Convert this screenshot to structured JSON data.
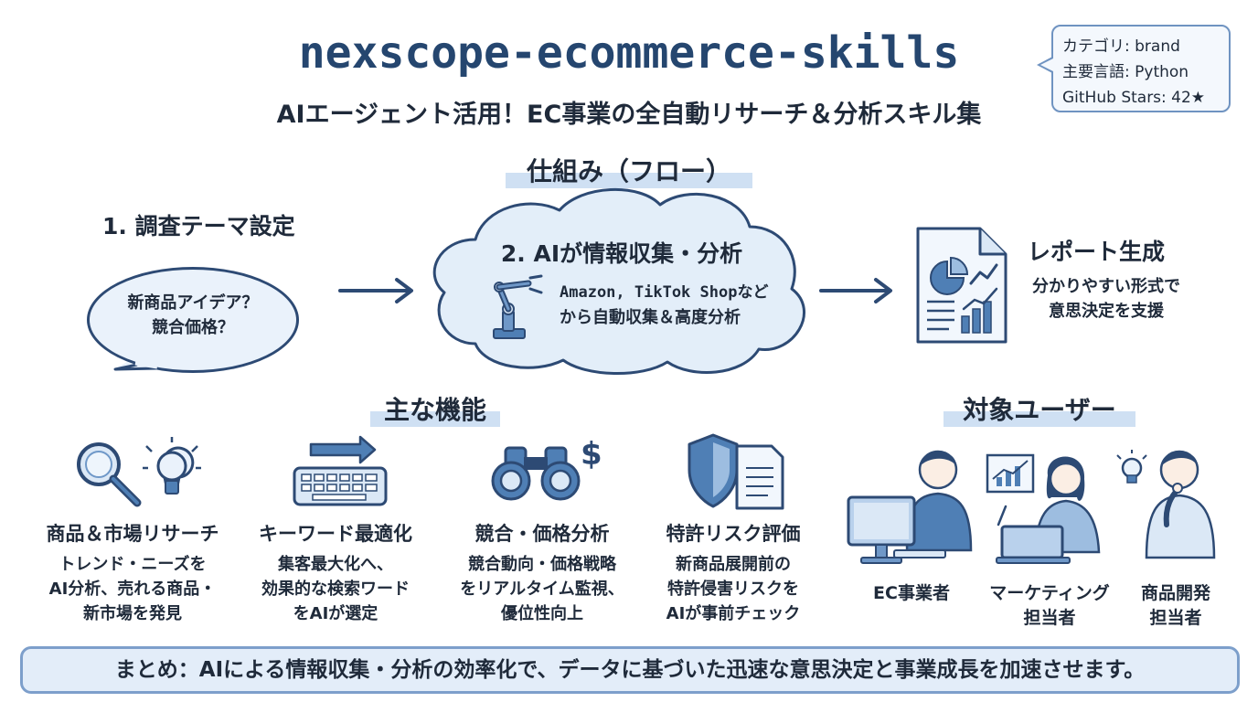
{
  "header": {
    "title": "nexscope-ecommerce-skills",
    "subtitle": "AIエージェント活用！EC事業の全自動リサーチ＆分析スキル集"
  },
  "meta": {
    "category": "カテゴリ: brand",
    "language": "主要言語: Python",
    "stars": "GitHub Stars: 42★"
  },
  "flow": {
    "heading": "仕組み（フロー）",
    "step1": {
      "title": "1. 調査テーマ設定",
      "line1": "新商品アイデア？",
      "line2": "競合価格？"
    },
    "step2": {
      "title": "2. AIが情報収集・分析",
      "line1": "Amazon, TikTok Shopなど",
      "line2": "から自動収集＆高度分析"
    },
    "step3": {
      "title": "レポート生成",
      "line1": "分かりやすい形式で",
      "line2": "意思決定を支援"
    }
  },
  "features": {
    "heading": "主な機能",
    "items": [
      {
        "icon": "magnifier-lightbulb-icon",
        "title": "商品＆市場リサーチ",
        "lines": [
          "トレンド・ニーズを",
          "AI分析、売れる商品・",
          "新市場を発見"
        ]
      },
      {
        "icon": "keyboard-arrow-icon",
        "title": "キーワード最適化",
        "lines": [
          "集客最大化へ、",
          "効果的な検索ワード",
          "をAIが選定"
        ]
      },
      {
        "icon": "binoculars-dollar-icon",
        "title": "競合・価格分析",
        "lines": [
          "競合動向・価格戦略",
          "をリアルタイム監視、",
          "優位性向上"
        ]
      },
      {
        "icon": "shield-document-icon",
        "title": "特許リスク評価",
        "lines": [
          "新商品展開前の",
          "特許侵害リスクを",
          "AIが事前チェック"
        ]
      }
    ]
  },
  "users": {
    "heading": "対象ユーザー",
    "items": [
      {
        "icon": "person-computer-icon",
        "lines": [
          "EC事業者"
        ]
      },
      {
        "icon": "person-laptop-icon",
        "lines": [
          "マーケティング",
          "担当者"
        ]
      },
      {
        "icon": "person-thinking-icon",
        "lines": [
          "商品開発",
          "担当者"
        ]
      }
    ]
  },
  "summary": "まとめ：AIによる情報収集・分析の効率化で、データに基づいた迅速な意思決定と事業成長を加速させます。",
  "colors": {
    "primary": "#2d4a74",
    "accent": "#4f7fb5",
    "light": "#dbe8f6",
    "title": "#25466f"
  }
}
